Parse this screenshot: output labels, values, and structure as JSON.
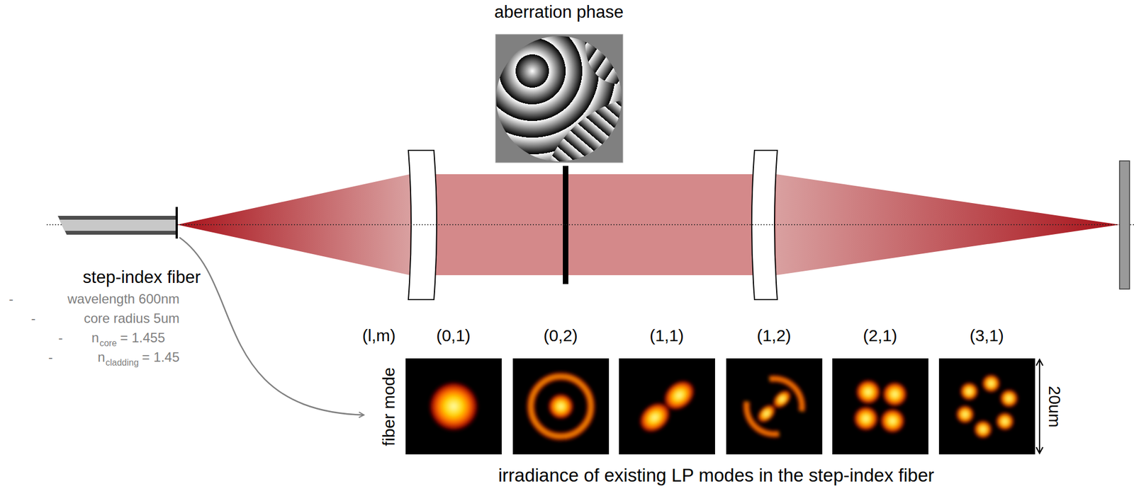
{
  "diagram": {
    "caption": "irradiance of existing LP modes in the step-index fiber",
    "labels": [
      "aberration phase",
      "step-index fiber",
      "-",
      "wavelength 600nm",
      "-",
      "core radius 5um",
      "-",
      "n",
      "core",
      "= 1.455",
      "-",
      "n",
      "cladding",
      "= 1.45",
      "(l,m)",
      "(0,1)",
      "(0,2)",
      "(1,1)",
      "(1,2)",
      "(2,1)",
      "(3,1)",
      "fiber mode",
      "20um"
    ]
  }
}
